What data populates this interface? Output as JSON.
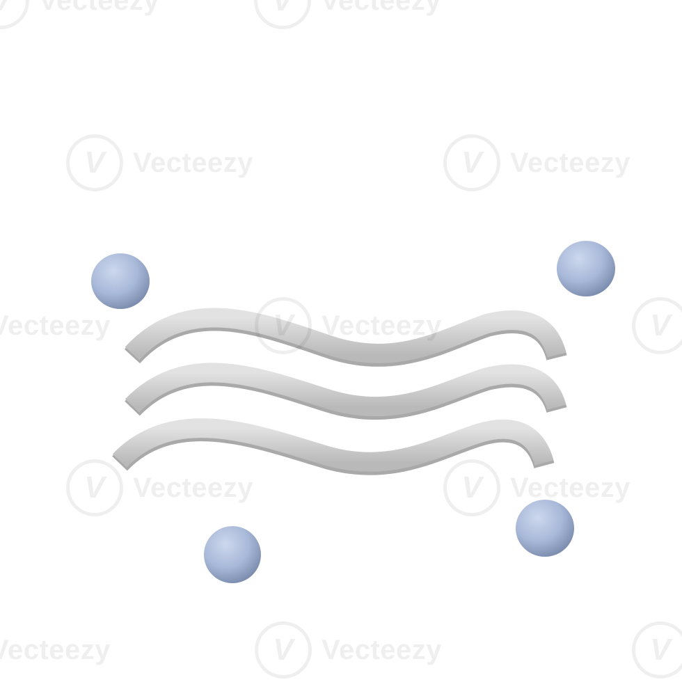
{
  "scene": {
    "subject": "air-humidity-icon",
    "background_color": "#ffffff",
    "wave_color": "#cfcfcf",
    "wave_shadow_color": "#a9a9a9",
    "droplet_color": "#a8b8d8",
    "droplet_shadow_color": "#7586a8",
    "droplet_count": 4,
    "wave_count": 3
  },
  "watermark": {
    "text": "Vecteezy",
    "logo_glyph": "V"
  }
}
